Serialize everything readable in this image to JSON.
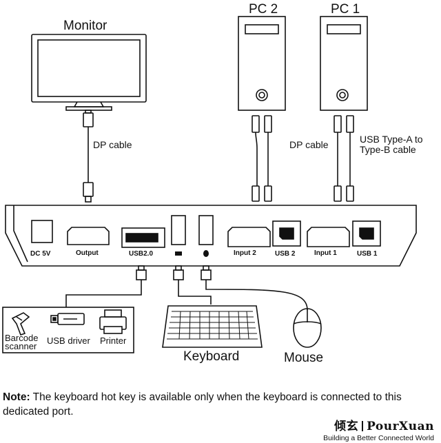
{
  "devices": {
    "monitor": "Monitor",
    "pc2": "PC 2",
    "pc1": "PC 1"
  },
  "cables": {
    "dp_monitor": "DP cable",
    "dp_pc1": "DP cable",
    "usb_pc1_line1": "USB Type-A to",
    "usb_pc1_line2": "Type-B cable"
  },
  "ports": {
    "dc": "DC 5V",
    "output": "Output",
    "usb20": "USB2.0",
    "input2": "Input 2",
    "usb2": "USB 2",
    "input1": "Input 1",
    "usb1": "USB 1"
  },
  "peripherals": {
    "barcode_line1": "Barcode",
    "barcode_line2": "scanner",
    "usb_driver": "USB driver",
    "printer": "Printer",
    "keyboard": "Keyboard",
    "mouse": "Mouse"
  },
  "note": {
    "prefix": "Note:",
    "text": " The keyboard hot key is available only when the keyboard is connected to this dedicated port."
  },
  "brand": {
    "chinese": "倾玄",
    "name": "PourXuan",
    "tagline": "Building a Better Connected World"
  }
}
